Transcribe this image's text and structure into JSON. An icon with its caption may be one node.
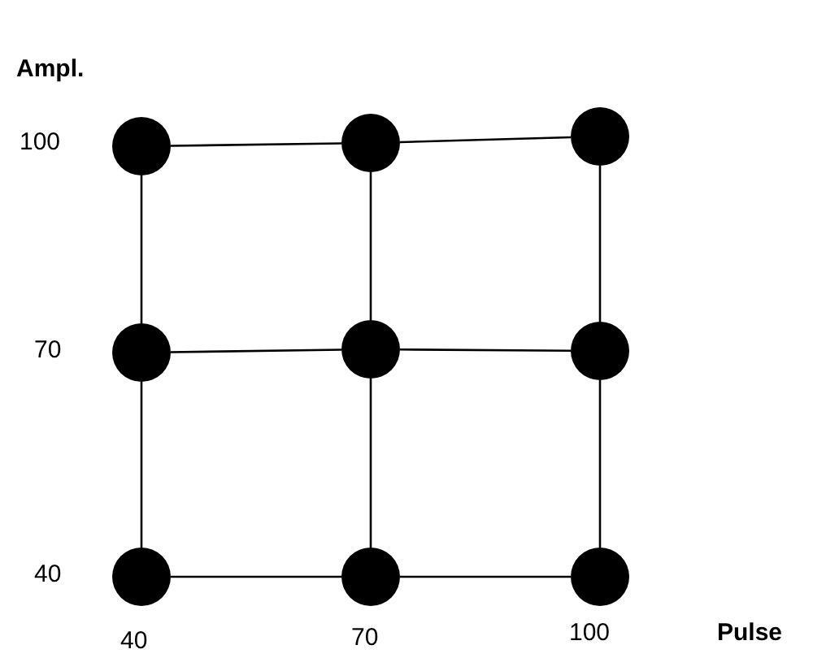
{
  "diagram": {
    "nodes": [
      {
        "text": [],
        "shape": "circle"
      },
      {
        "text": [],
        "shape": "circle"
      },
      {
        "text": [],
        "shape": "circle"
      },
      {
        "text": [],
        "shape": "circle"
      },
      {
        "text": [],
        "shape": "circle"
      },
      {
        "text": [],
        "shape": "circle"
      },
      {
        "text": [],
        "shape": "circle"
      },
      {
        "text": [],
        "shape": "circle"
      },
      {
        "text": [],
        "shape": "circle"
      }
    ],
    "edges": [
      {
        "from": 0,
        "to": 1,
        "arrow": "none"
      },
      {
        "from": 1,
        "to": 2,
        "arrow": "none"
      },
      {
        "from": 3,
        "to": 4,
        "arrow": "none"
      },
      {
        "from": 4,
        "to": 5,
        "arrow": "none"
      },
      {
        "from": 6,
        "to": 7,
        "arrow": "none"
      },
      {
        "from": 7,
        "to": 8,
        "arrow": "none"
      },
      {
        "from": 0,
        "to": 3,
        "arrow": "none"
      },
      {
        "from": 3,
        "to": 6,
        "arrow": "none"
      },
      {
        "from": 1,
        "to": 4,
        "arrow": "none"
      },
      {
        "from": 4,
        "to": 7,
        "arrow": "none"
      },
      {
        "from": 2,
        "to": 5,
        "arrow": "none"
      },
      {
        "from": 5,
        "to": 8,
        "arrow": "none"
      }
    ],
    "labels": [
      "Ampl.",
      "100",
      "70",
      "40",
      "40",
      "70",
      "100",
      "Pulse"
    ]
  }
}
